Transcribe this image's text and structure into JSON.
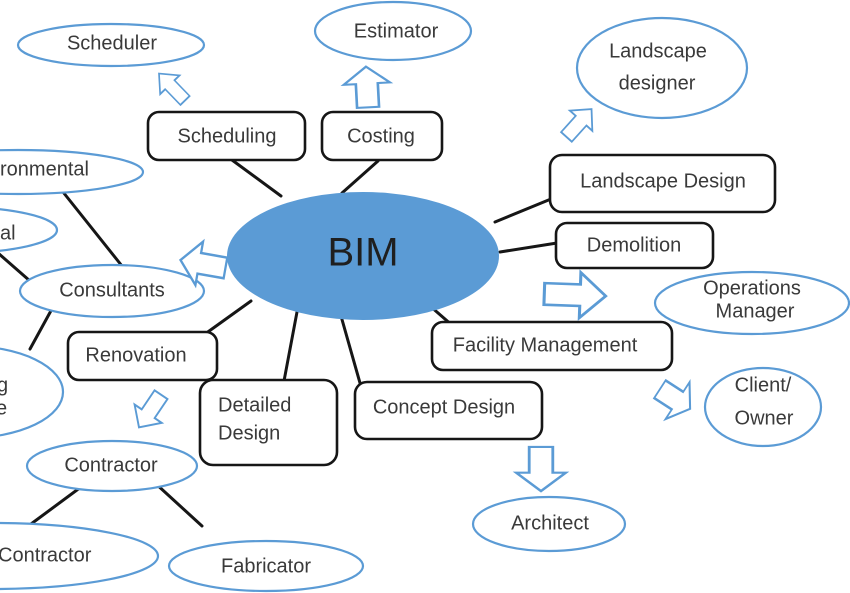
{
  "diagram": {
    "center": {
      "label": "BIM"
    },
    "boxes": {
      "scheduling": "Scheduling",
      "costing": "Costing",
      "landscape_design": "Landscape Design",
      "demolition": "Demolition",
      "facility_management": "Facility Management",
      "concept_design": "Concept Design",
      "detailed_design_line1": "Detailed",
      "detailed_design_line2": "Design",
      "renovation": "Renovation"
    },
    "ellipses": {
      "scheduler": "Scheduler",
      "estimator": "Estimator",
      "landscape_designer_line1": "Landscape",
      "landscape_designer_line2": "designer",
      "operations_manager_line1": "Operations",
      "operations_manager_line2": "Manager",
      "client_owner_line1": "Client/",
      "client_owner_line2": "Owner",
      "architect": "Architect",
      "fabricator": "Fabricator",
      "contractor": "Contractor",
      "consultants": "Consultants",
      "environmental_fragment": "ronmental",
      "al_fragment": "al",
      "ge_fragment_line1": "g",
      "ge_fragment_line2": "e",
      "contractor_fragment": "Contractor"
    },
    "colors": {
      "node_blue": "#5B9BD5",
      "outline_black": "#161616",
      "text_dark": "#3a3a3a"
    }
  }
}
